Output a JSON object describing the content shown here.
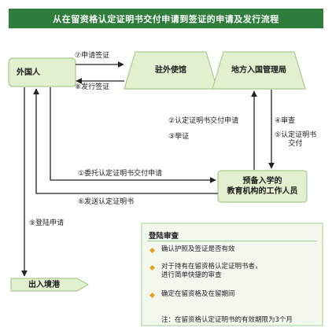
{
  "title": "从在留资格认定证明书交付申请到签证的申请及发行流程",
  "nodes": {
    "foreigner": "外国人",
    "embassy": "驻外使馆",
    "immigration": "地方入国管理局",
    "institution_line1": "预备入学的",
    "institution_line2": "教育机构的工作人员",
    "port": "出入境港"
  },
  "edges": {
    "e7": "⑦申请签证",
    "e8": "⑧发行签证",
    "e2": "②认定证明书交付申请",
    "e3": "③举证",
    "e4": "④审查",
    "e5_line1": "⑤认定证明书",
    "e5_line2": "交付",
    "e1": "①委托认定证明书交付申请",
    "e6": "⑥发送认定证明书",
    "e9": "⑨登陆申请"
  },
  "legend": {
    "title": "登陆审查",
    "items": [
      "确认护照及签证是否有效",
      "对于持有在留资格认定证明书者，\n进行简单快捷的审查",
      "确定在留资格及在留期间"
    ],
    "note": "注：在留资格认定证明书的有效期限为3个月"
  },
  "colors": {
    "title_bg": "#2f7d3a",
    "node_fill": "#e3f0cf",
    "node_stroke": "#a9cc8c",
    "arrow": "#222222",
    "bullet": "#e8a020"
  }
}
